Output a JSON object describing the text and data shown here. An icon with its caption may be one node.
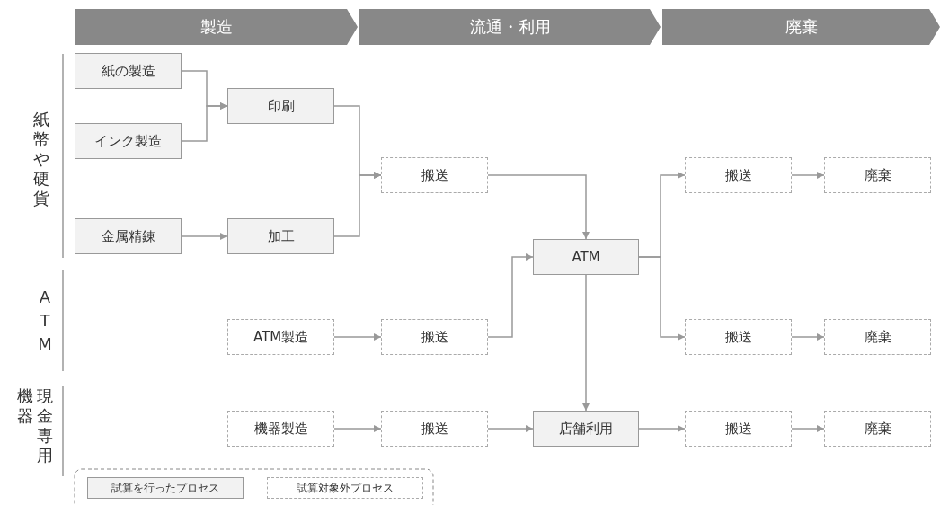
{
  "diagram": {
    "nodes": [
      {
        "text": [
          "製造"
        ]
      },
      {
        "text": [
          "流通・利用"
        ]
      },
      {
        "text": [
          "廃棄"
        ]
      },
      {
        "text": [
          "紙の製造"
        ]
      },
      {
        "text": [
          "インク製造"
        ]
      },
      {
        "text": [
          "印刷"
        ]
      },
      {
        "text": [
          "金属精錬"
        ]
      },
      {
        "text": [
          "加工"
        ]
      },
      {
        "text": [
          "搬送"
        ]
      },
      {
        "text": [
          "ATM"
        ]
      },
      {
        "text": [
          "搬送"
        ]
      },
      {
        "text": [
          "廃棄"
        ]
      },
      {
        "text": [
          "ATM製造"
        ]
      },
      {
        "text": [
          "搬送"
        ]
      },
      {
        "text": [
          "搬送"
        ]
      },
      {
        "text": [
          "廃棄"
        ]
      },
      {
        "text": [
          "機器製造"
        ]
      },
      {
        "text": [
          "搬送"
        ]
      },
      {
        "text": [
          "店舗利用"
        ]
      },
      {
        "text": [
          "搬送"
        ]
      },
      {
        "text": [
          "廃棄"
        ]
      }
    ],
    "edges": [
      {
        "from": 3,
        "to": 5,
        "arrow": "to"
      },
      {
        "from": 4,
        "to": 5,
        "arrow": "to"
      },
      {
        "from": 6,
        "to": 7,
        "arrow": "to"
      },
      {
        "from": 5,
        "to": 8,
        "arrow": "to"
      },
      {
        "from": 7,
        "to": 8,
        "arrow": "to"
      },
      {
        "from": 8,
        "to": 9,
        "arrow": "to"
      },
      {
        "from": 9,
        "to": 10,
        "arrow": "to"
      },
      {
        "from": 10,
        "to": 11,
        "arrow": "to"
      },
      {
        "from": 9,
        "to": 14,
        "arrow": "to"
      },
      {
        "from": 14,
        "to": 15,
        "arrow": "to"
      },
      {
        "from": 12,
        "to": 13,
        "arrow": "to"
      },
      {
        "from": 13,
        "to": 9,
        "arrow": "to"
      },
      {
        "from": 9,
        "to": 18,
        "arrow": "to"
      },
      {
        "from": 16,
        "to": 17,
        "arrow": "to"
      },
      {
        "from": 17,
        "to": 18,
        "arrow": "to"
      },
      {
        "from": 18,
        "to": 19,
        "arrow": "to"
      },
      {
        "from": 19,
        "to": 20,
        "arrow": "to"
      }
    ],
    "labels": [
      "紙幣や硬貨",
      "ATM",
      "現金専用機器"
    ],
    "legend": [
      {
        "text": "試算を行ったプロセス"
      },
      {
        "text": "試算対象外プロセス"
      }
    ]
  }
}
